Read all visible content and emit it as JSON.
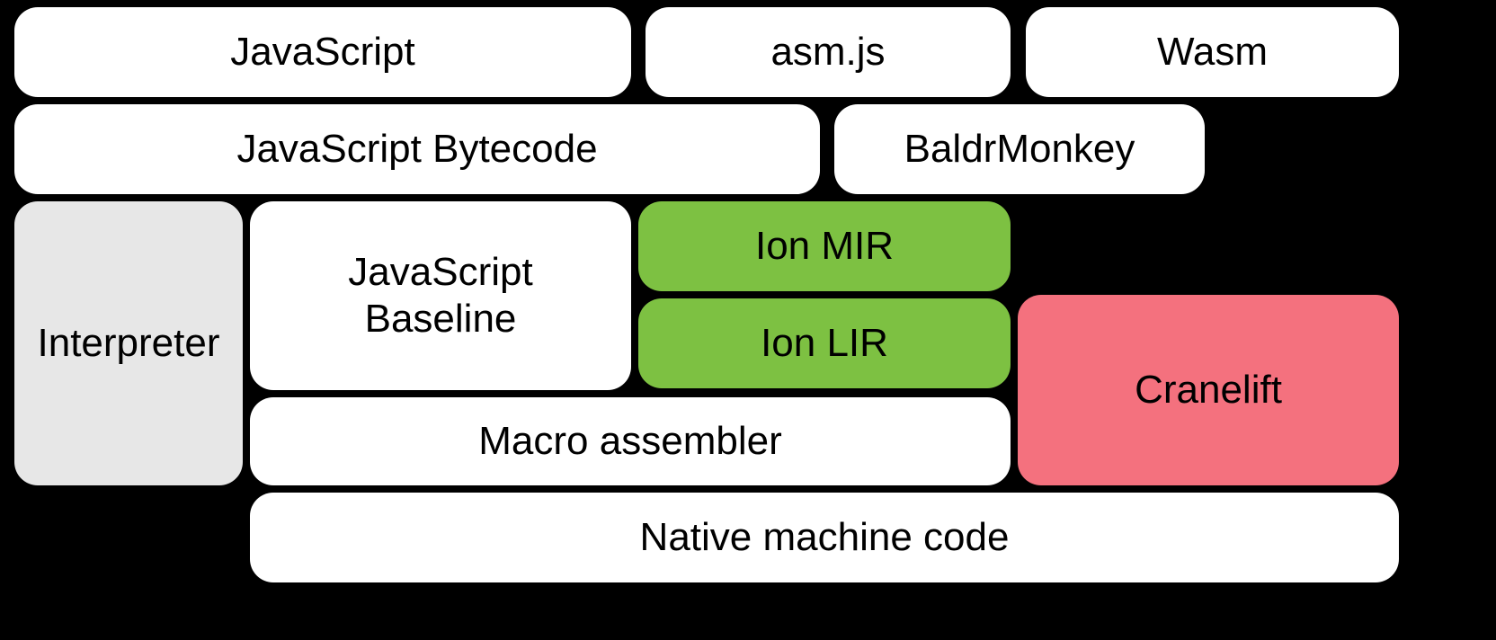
{
  "colors": {
    "background": "#000000",
    "box_default": "#ffffff",
    "box_interpreter_gray": "#e7e7e7",
    "box_ion_green": "#7dc142",
    "box_cranelift_pink": "#f4717e",
    "text": "#000000"
  },
  "boxes": {
    "javascript": {
      "label": "JavaScript",
      "color": "#ffffff"
    },
    "asmjs": {
      "label": "asm.js",
      "color": "#ffffff"
    },
    "wasm": {
      "label": "Wasm",
      "color": "#ffffff"
    },
    "javascript_bytecode": {
      "label": "JavaScript Bytecode",
      "color": "#ffffff"
    },
    "baldrmonkey": {
      "label": "BaldrMonkey",
      "color": "#ffffff"
    },
    "interpreter": {
      "label": "Interpreter",
      "color": "#e7e7e7"
    },
    "javascript_baseline": {
      "label": "JavaScript Baseline",
      "color": "#ffffff"
    },
    "ion_mir": {
      "label": "Ion MIR",
      "color": "#7dc142"
    },
    "ion_lir": {
      "label": "Ion LIR",
      "color": "#7dc142"
    },
    "cranelift": {
      "label": "Cranelift",
      "color": "#f4717e"
    },
    "macro_assembler": {
      "label": "Macro assembler",
      "color": "#ffffff"
    },
    "native_machine_code": {
      "label": "Native machine code",
      "color": "#ffffff"
    }
  }
}
